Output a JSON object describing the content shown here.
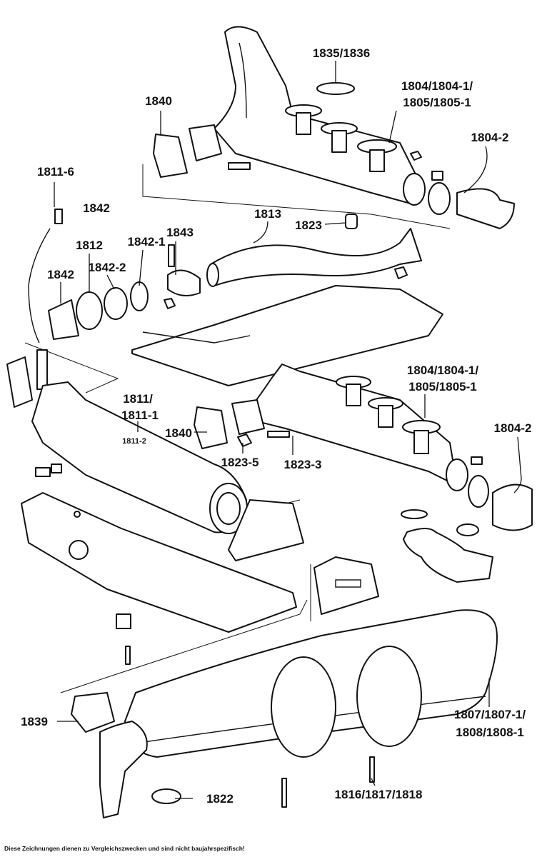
{
  "diagram": {
    "labels": {
      "l1835": "1835/1836",
      "l1804a_1": "1804/1804-1/",
      "l1804a_2": "1805/1805-1",
      "l1840a": "1840",
      "l1804_2a": "1804-2",
      "l1811_6": "1811-6",
      "l1842a": "1842",
      "l1813": "1813",
      "l1823": "1823",
      "l1843": "1843",
      "l1842_1": "1842-1",
      "l1812": "1812",
      "l1842_2": "1842-2",
      "l1842b": "1842",
      "l1804b_1": "1804/1804-1/",
      "l1804b_2": "1805/1805-1",
      "l1811_1": "1811/",
      "l1811_2": "1811-1",
      "l1811_3": "1811-2",
      "l1804_2b": "1804-2",
      "l1840b": "1840",
      "l1823_5": "1823-5",
      "l1823_3": "1823-3",
      "l1839": "1839",
      "l1807_1": "1807/1807-1/",
      "l1807_2": "1808/1808-1",
      "l1822": "1822",
      "l1816": "1816/1817/1818"
    },
    "footer": "Diese Zeichnungen dienen zu Vergleichszwecken und sind nicht baujahrspezifisch!"
  }
}
